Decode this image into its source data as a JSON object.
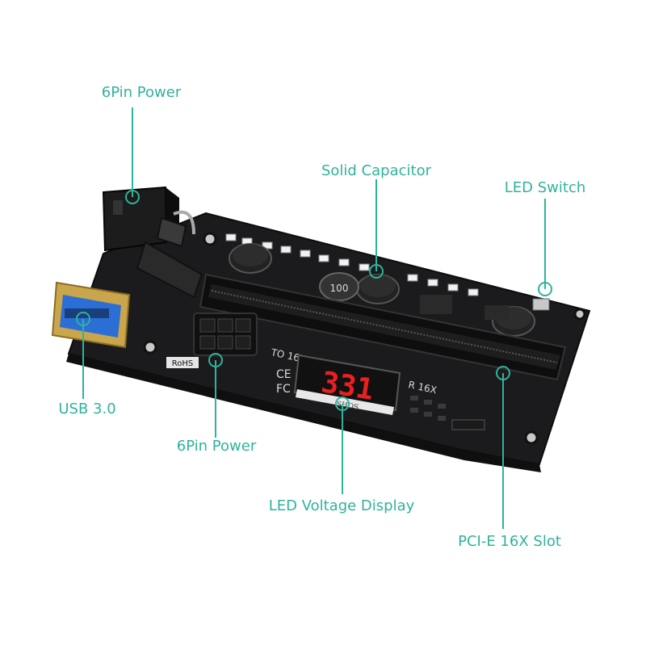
{
  "callouts": {
    "pin6_top": "6Pin Power",
    "solid_capacitor": "Solid Capacitor",
    "led_switch": "LED Switch",
    "usb": "USB 3.0",
    "pin6_bottom": "6Pin Power",
    "led_voltage_display": "LED Voltage Display",
    "pcie_slot": "PCI-E 16X Slot"
  },
  "board": {
    "silk_to16x": "TO 16X",
    "silk_r16x": "R 16X",
    "rohs": "RoHS",
    "ce": "CE",
    "fc": "FC",
    "inductor": "100",
    "display_value": "331",
    "display_tag": "SHOS"
  },
  "colors": {
    "accent": "#2fb39a",
    "pcb": "#1b1b1d",
    "led_digits": "#e8201f",
    "usb_port": "#2b6fd6"
  }
}
